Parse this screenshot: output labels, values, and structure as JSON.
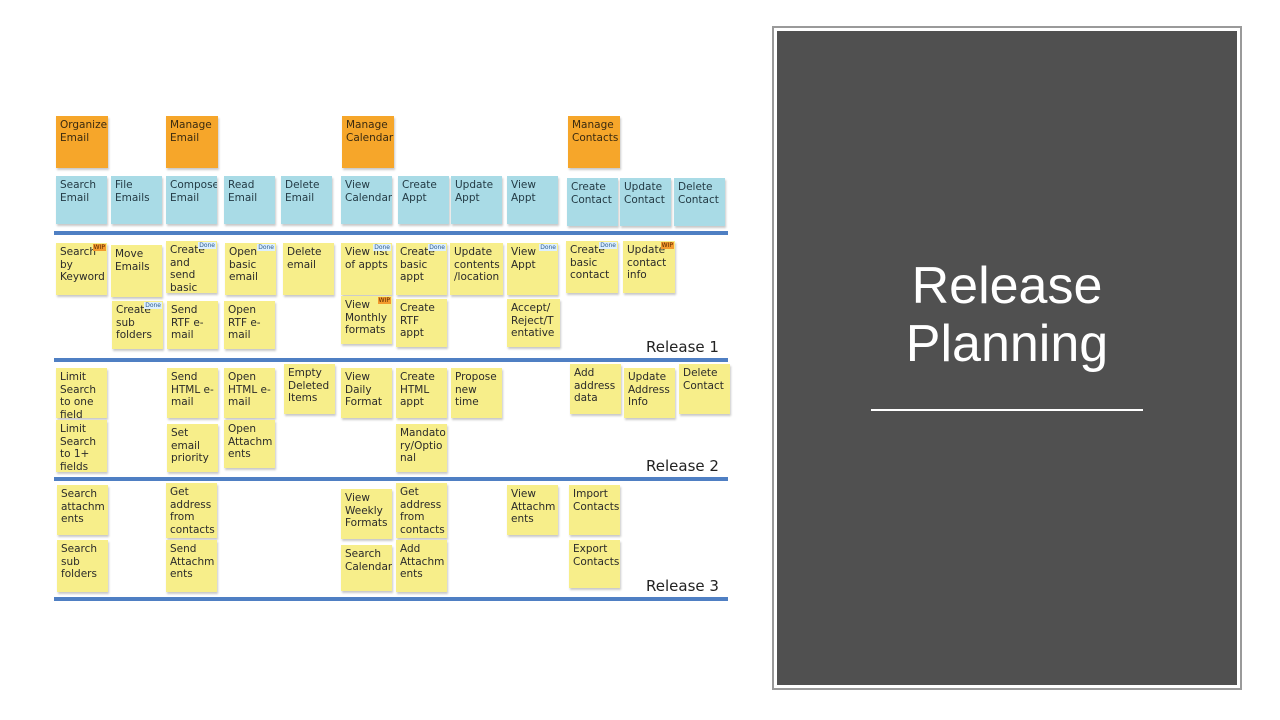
{
  "slide": {
    "title": "Release\nPlanning"
  },
  "board": {
    "activities": [
      {
        "text": "Organize\nEmail",
        "color": "orange"
      },
      {
        "text": "Manage\nEmail",
        "color": "orange"
      },
      {
        "text": "Manage\nCalendar",
        "color": "orange"
      },
      {
        "text": "Manage\nContacts",
        "color": "orange"
      }
    ],
    "tasks": [
      "Search\nEmail",
      "File\nEmails",
      "Compose\nEmail",
      "Read\nEmail",
      "Delete\nEmail",
      "View\nCalendar",
      "Create\nAppt",
      "Update\nAppt",
      "View\nAppt",
      "Create\nContact",
      "Update\nContact",
      "Delete\nContact"
    ],
    "release_labels": [
      "Release 1",
      "Release 2",
      "Release 3"
    ],
    "stories": [
      {
        "text": "Search\nby\nKeyword",
        "tag": "WIP"
      },
      {
        "text": "Move\nEmails"
      },
      {
        "text": "Create\nand send\nbasic\nemail",
        "tag": "Done"
      },
      {
        "text": "Open\nbasic\nemail",
        "tag": "Done"
      },
      {
        "text": "Delete\nemail"
      },
      {
        "text": "View list\nof appts",
        "tag": "Done"
      },
      {
        "text": "Create\nbasic\nappt",
        "tag": "Done"
      },
      {
        "text": "Update\ncontents\n/location"
      },
      {
        "text": "View\nAppt",
        "tag": "Done"
      },
      {
        "text": "Create\nbasic\ncontact",
        "tag": "Done"
      },
      {
        "text": "Update\ncontact\ninfo",
        "tag": "WIP"
      },
      {
        "text": "Create\nsub\nfolders",
        "tag": "Done"
      },
      {
        "text": "Send\nRTF e-\nmail"
      },
      {
        "text": "Open\nRTF e-\nmail"
      },
      {
        "text": "View\nMonthly\nformats",
        "tag": "WIP"
      },
      {
        "text": "Create\nRTF appt"
      },
      {
        "text": "Accept/\nReject/T\nentative"
      },
      {
        "text": "Limit\nSearch\nto one\nfield"
      },
      {
        "text": "Send\nHTML e-\nmail"
      },
      {
        "text": "Open\nHTML e-\nmail"
      },
      {
        "text": "Empty\nDeleted\nItems"
      },
      {
        "text": "View\nDaily\nFormat"
      },
      {
        "text": "Create\nHTML\nappt"
      },
      {
        "text": "Propose\nnew time"
      },
      {
        "text": "Add\naddress\ndata"
      },
      {
        "text": "Update\nAddress\nInfo"
      },
      {
        "text": "Delete\nContact"
      },
      {
        "text": "Limit\nSearch\nto 1+\nfields"
      },
      {
        "text": "Set\nemail\npriority"
      },
      {
        "text": "Open\nAttachm\nents"
      },
      {
        "text": "Mandato\nry/Optio\nnal"
      },
      {
        "text": "Search\nattachm\nents"
      },
      {
        "text": "Get\naddress\nfrom\ncontacts"
      },
      {
        "text": "View\nWeekly\nFormats"
      },
      {
        "text": "Get\naddress\nfrom\ncontacts"
      },
      {
        "text": "View\nAttachm\nents"
      },
      {
        "text": "Import\nContacts"
      },
      {
        "text": "Search\nsub\nfolders"
      },
      {
        "text": "Send\nAttachm\nents"
      },
      {
        "text": "Search\nCalendar"
      },
      {
        "text": "Add\nAttachm\nents"
      },
      {
        "text": "Export\nContacts"
      }
    ],
    "colors": {
      "activity": "#f6a62a",
      "task": "#a9dbe6",
      "story": "#f7ee8a",
      "release_rule": "#4f7fc3",
      "panel": "#505050"
    }
  }
}
